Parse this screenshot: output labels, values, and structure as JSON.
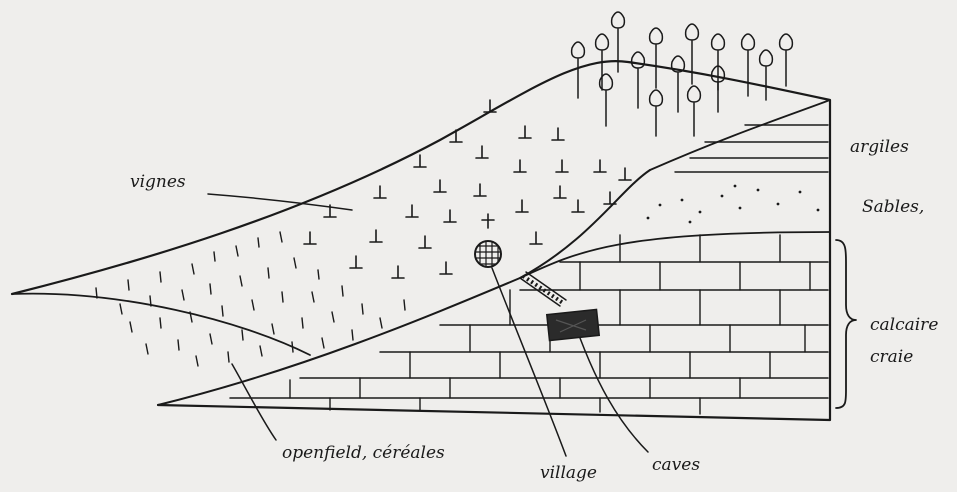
{
  "labels": {
    "vignes": "vignes",
    "argiles": "argiles",
    "sables": "Sables,",
    "calcaire": "calcaire",
    "craie": "craie",
    "openfield": "openfield, céréales",
    "village": "village",
    "caves": "caves"
  },
  "colors": {
    "paper": "#efeeec",
    "ink": "#1a1a1a"
  }
}
